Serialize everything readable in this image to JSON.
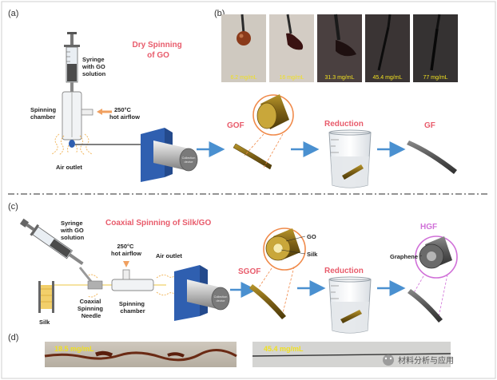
{
  "panels": {
    "a": "(a)",
    "b": "(b)",
    "c": "(c)",
    "d": "(d)"
  },
  "panel_a": {
    "title_line1": "Dry Spinning",
    "title_line2": "of GO",
    "syringe_label": [
      "Syringe",
      "with GO",
      "solution"
    ],
    "chamber_label": [
      "Spinning",
      "chamber"
    ],
    "airflow_label": [
      "250°C",
      "hot airflow"
    ],
    "outlet_label": "Air outlet",
    "collector_label": [
      "Collection",
      "device"
    ],
    "gof_label": "GOF",
    "reduction_label": "Reduction",
    "gf_label": "GF"
  },
  "panel_b": {
    "concentrations": [
      "6.2 mg/mL",
      "16 mg/mL",
      "31.3 mg/mL",
      "45.4 mg/mL",
      "77 mg/mL"
    ]
  },
  "panel_c": {
    "title": "Coaxial Spinning of Silk/GO",
    "syringe_label": [
      "Syringe",
      "with GO",
      "solution"
    ],
    "airflow_label": [
      "250°C",
      "hot airflow"
    ],
    "outlet_label": "Air outlet",
    "silk_label": "Silk",
    "needle_label": [
      "Coaxial",
      "Spinning",
      "Needle"
    ],
    "chamber_label": [
      "Spinning",
      "chamber"
    ],
    "collector_label": [
      "Collection",
      "device"
    ],
    "go_label": "GO",
    "silk_core_label": "Silk",
    "sgof_label": "SGOF",
    "reduction_label": "Reduction",
    "hgf_label": "HGF",
    "graphene_label": "Graphene"
  },
  "panel_d": {
    "left_conc": "18.5 mg/mL",
    "right_conc": "45.4 mg/mL"
  },
  "watermark": "材料分析与应用",
  "colors": {
    "title_red": "#e85b6b",
    "arrow_blue": "#4a90d0",
    "conc_yellow": "#f0e020",
    "fiber_gold": "#8a6a1a",
    "fiber_gray": "#5a5a5a",
    "collector_blue": "#2f5fb0",
    "highlight_orange": "#f08a4a",
    "highlight_purple": "#d070d8"
  }
}
